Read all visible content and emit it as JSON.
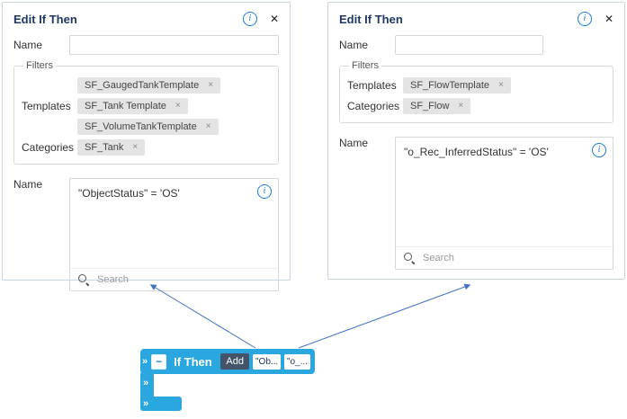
{
  "icons": {
    "info": "i",
    "close": "✕",
    "tag_remove": "×",
    "notch": "»"
  },
  "dialogs": [
    {
      "title": "Edit If Then",
      "name_label": "Name",
      "name_value": "",
      "filters_legend": "Filters",
      "templates_label": "Templates",
      "templates": [
        "SF_GaugedTankTemplate",
        "SF_Tank Template",
        "SF_VolumeTankTemplate"
      ],
      "categories_label": "Categories",
      "categories": [
        "SF_Tank"
      ],
      "expression_label": "Name",
      "expression": "\"ObjectStatus\" = 'OS'",
      "search_placeholder": "Search"
    },
    {
      "title": "Edit If Then",
      "name_label": "Name",
      "name_value": "",
      "filters_legend": "Filters",
      "templates_label": "Templates",
      "templates": [
        "SF_FlowTemplate"
      ],
      "categories_label": "Categories",
      "categories": [
        "SF_Flow"
      ],
      "expression_label": "Name",
      "expression": "\"o_Rec_InferredStatus\" = 'OS'",
      "search_placeholder": "Search"
    }
  ],
  "block": {
    "collapse_label": "−",
    "title": "If Then",
    "add_label": "Add",
    "chips": [
      "\"Ob...",
      "\"o_..."
    ]
  },
  "colors": {
    "block_blue": "#2ba7e0",
    "add_button": "#44546a",
    "arrow": "#4472c4",
    "title_navy": "#1f3864",
    "info_blue": "#1e7bd7"
  }
}
